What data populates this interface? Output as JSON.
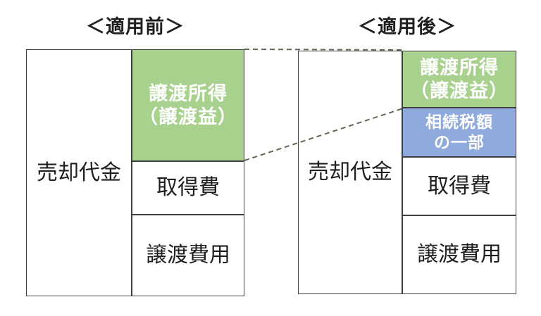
{
  "page": {
    "background": "#ffffff"
  },
  "colors": {
    "gain_green_fill": "#a9d18e",
    "inheritance_blue_fill": "#8faadc",
    "box_border": "#3f3f3f",
    "dash_line": "#5f6b52",
    "label_text": "#1f1f1f",
    "colored_label_text": "#ffffff"
  },
  "before": {
    "title": "＜適用前＞",
    "sale_label": "売却代金",
    "gain_line1": "譲渡所得",
    "gain_line2": "（譲渡益）",
    "acquisition_label": "取得費",
    "expense_label": "譲渡費用"
  },
  "after": {
    "title": "＜適用後＞",
    "sale_label": "売却代金",
    "gain_line1": "譲渡所得",
    "gain_line2": "（譲渡益）",
    "inheritance_line1": "相続税額",
    "inheritance_line2": "の一部",
    "acquisition_label": "取得費",
    "expense_label": "譲渡費用"
  }
}
